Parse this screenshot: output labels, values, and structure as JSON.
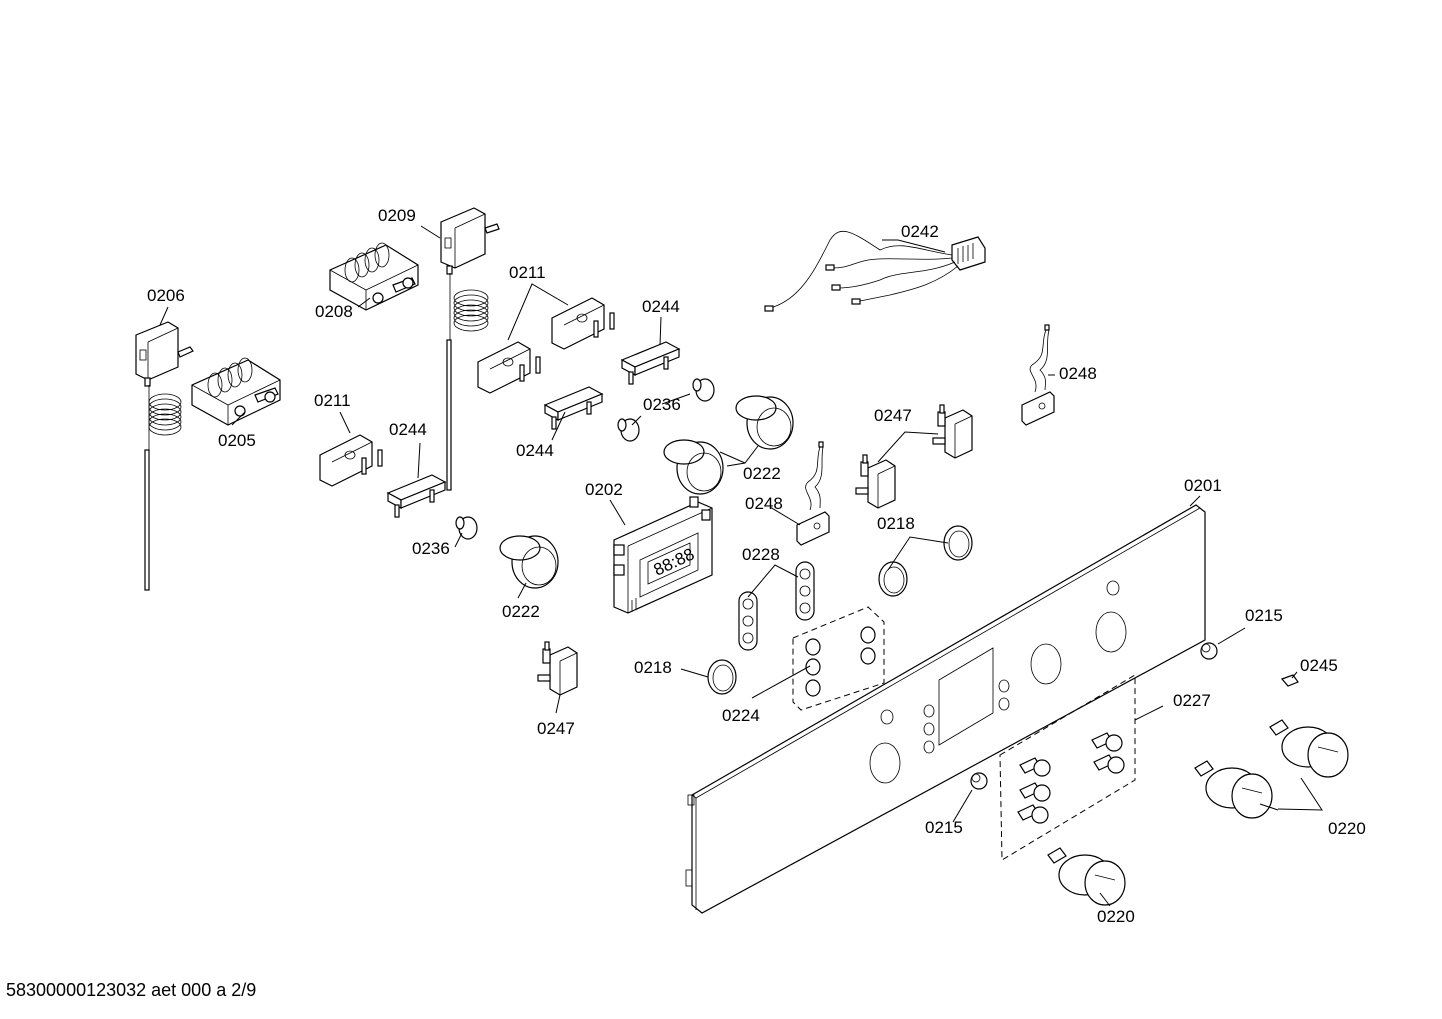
{
  "labels": {
    "p0201": "0201",
    "p0202": "0202",
    "p0205": "0205",
    "p0206": "0206",
    "p0208": "0208",
    "p0209": "0209",
    "p0211a": "0211",
    "p0211b": "0211",
    "p0215a": "0215",
    "p0215b": "0215",
    "p0218a": "0218",
    "p0218b": "0218",
    "p0220a": "0220",
    "p0220b": "0220",
    "p0222a": "0222",
    "p0222b": "0222",
    "p0224": "0224",
    "p0227": "0227",
    "p0228": "0228",
    "p0236a": "0236",
    "p0236b": "0236",
    "p0242": "0242",
    "p0244a": "0244",
    "p0244b": "0244",
    "p0244c": "0244",
    "p0245": "0245",
    "p0247a": "0247",
    "p0247b": "0247",
    "p0248a": "0248",
    "p0248b": "0248"
  },
  "display_digits": "88:88",
  "footer": "58300000123032 aet 000 a 2/9"
}
